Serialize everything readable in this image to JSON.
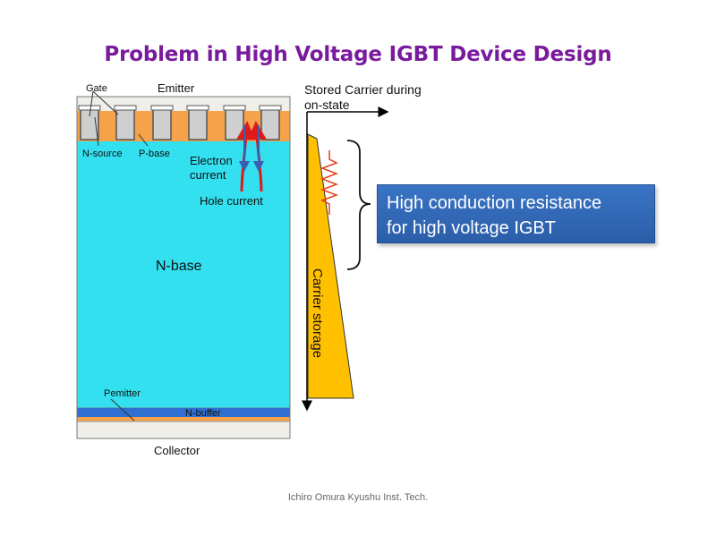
{
  "title": "Problem in High Voltage IGBT Device Design",
  "device": {
    "gate_label": "Gate",
    "emitter_label": "Emitter",
    "n_source_label": "N-source",
    "p_base_label": "P-base",
    "electron_current_line1": "Electron",
    "electron_current_line2": "current",
    "hole_current_label": "Hole current",
    "n_base_label": "N-base",
    "pemitter_label": "Pemitter",
    "n_buffer_label": "N-buffer",
    "collector_label": "Collector"
  },
  "carrier_plot": {
    "title_line1": "Stored Carrier during",
    "title_line2": "on-state",
    "storage_label": "Carrier storage"
  },
  "callout": {
    "line1": "High conduction resistance",
    "line2": "for high voltage IGBT"
  },
  "credit": "Ichiro Omura Kyushu Inst. Tech.",
  "colors": {
    "title": "#7a1a9c",
    "n_base": "#33e0ef",
    "p_base": "#f5a24a",
    "n_buffer": "#2f6fd1",
    "carrier_storage": "#ffc000",
    "callout": "#2f64b0",
    "hole_current": "#e01a1a"
  }
}
